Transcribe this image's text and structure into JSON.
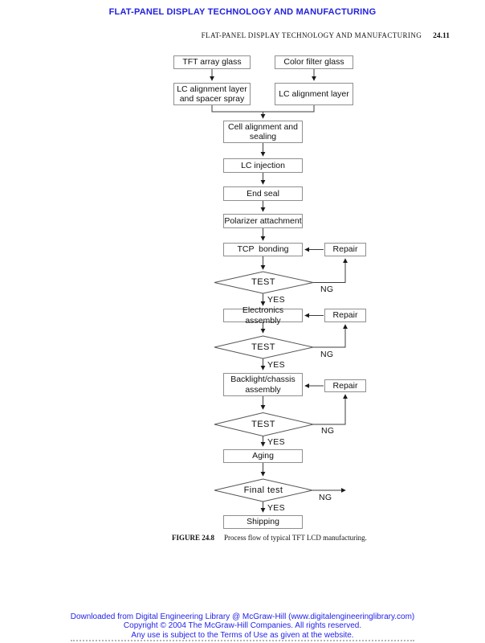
{
  "header": {
    "banner": "FLAT-PANEL DISPLAY TECHNOLOGY AND MANUFACTURING",
    "running_head": "FLAT-PANEL DISPLAY TECHNOLOGY AND MANUFACTURING",
    "page_number": "24.11"
  },
  "flowchart": {
    "boxes": {
      "tft_array_glass": "TFT array glass",
      "color_filter_glass": "Color filter glass",
      "lc_alignment_spacer": "LC alignment layer\nand spacer spray",
      "lc_alignment": "LC alignment layer",
      "cell_alignment": "Cell alignment and\nsealing",
      "lc_injection": "LC injection",
      "end_seal": "End seal",
      "polarizer": "Polarizer attachment",
      "tcp_bonding": "TCP  bonding",
      "electronics": "Electronics assembly",
      "backlight": "Backlight/chassis\nassembly",
      "aging": "Aging",
      "shipping": "Shipping",
      "repair": "Repair"
    },
    "decisions": {
      "test": "TEST",
      "final_test": "Final test"
    },
    "edge_labels": {
      "yes": "YES",
      "ng": "NG"
    }
  },
  "caption": {
    "label": "FIGURE 24.8",
    "text": "Process flow of typical TFT LCD manufacturing."
  },
  "footer": {
    "line1": "Downloaded from Digital Engineering Library @ McGraw-Hill (www.digitalengineeringlibrary.com)",
    "line2": "Copyright © 2004 The McGraw-Hill Companies. All rights reserved.",
    "line3": "Any use is subject to the Terms of Use as given at the website."
  },
  "colors": {
    "banner_blue": "#2222dd",
    "footer_blue": "#2323e6",
    "connector_gray": "#3d3d3d",
    "box_border_gray": "#8f8f8f"
  }
}
